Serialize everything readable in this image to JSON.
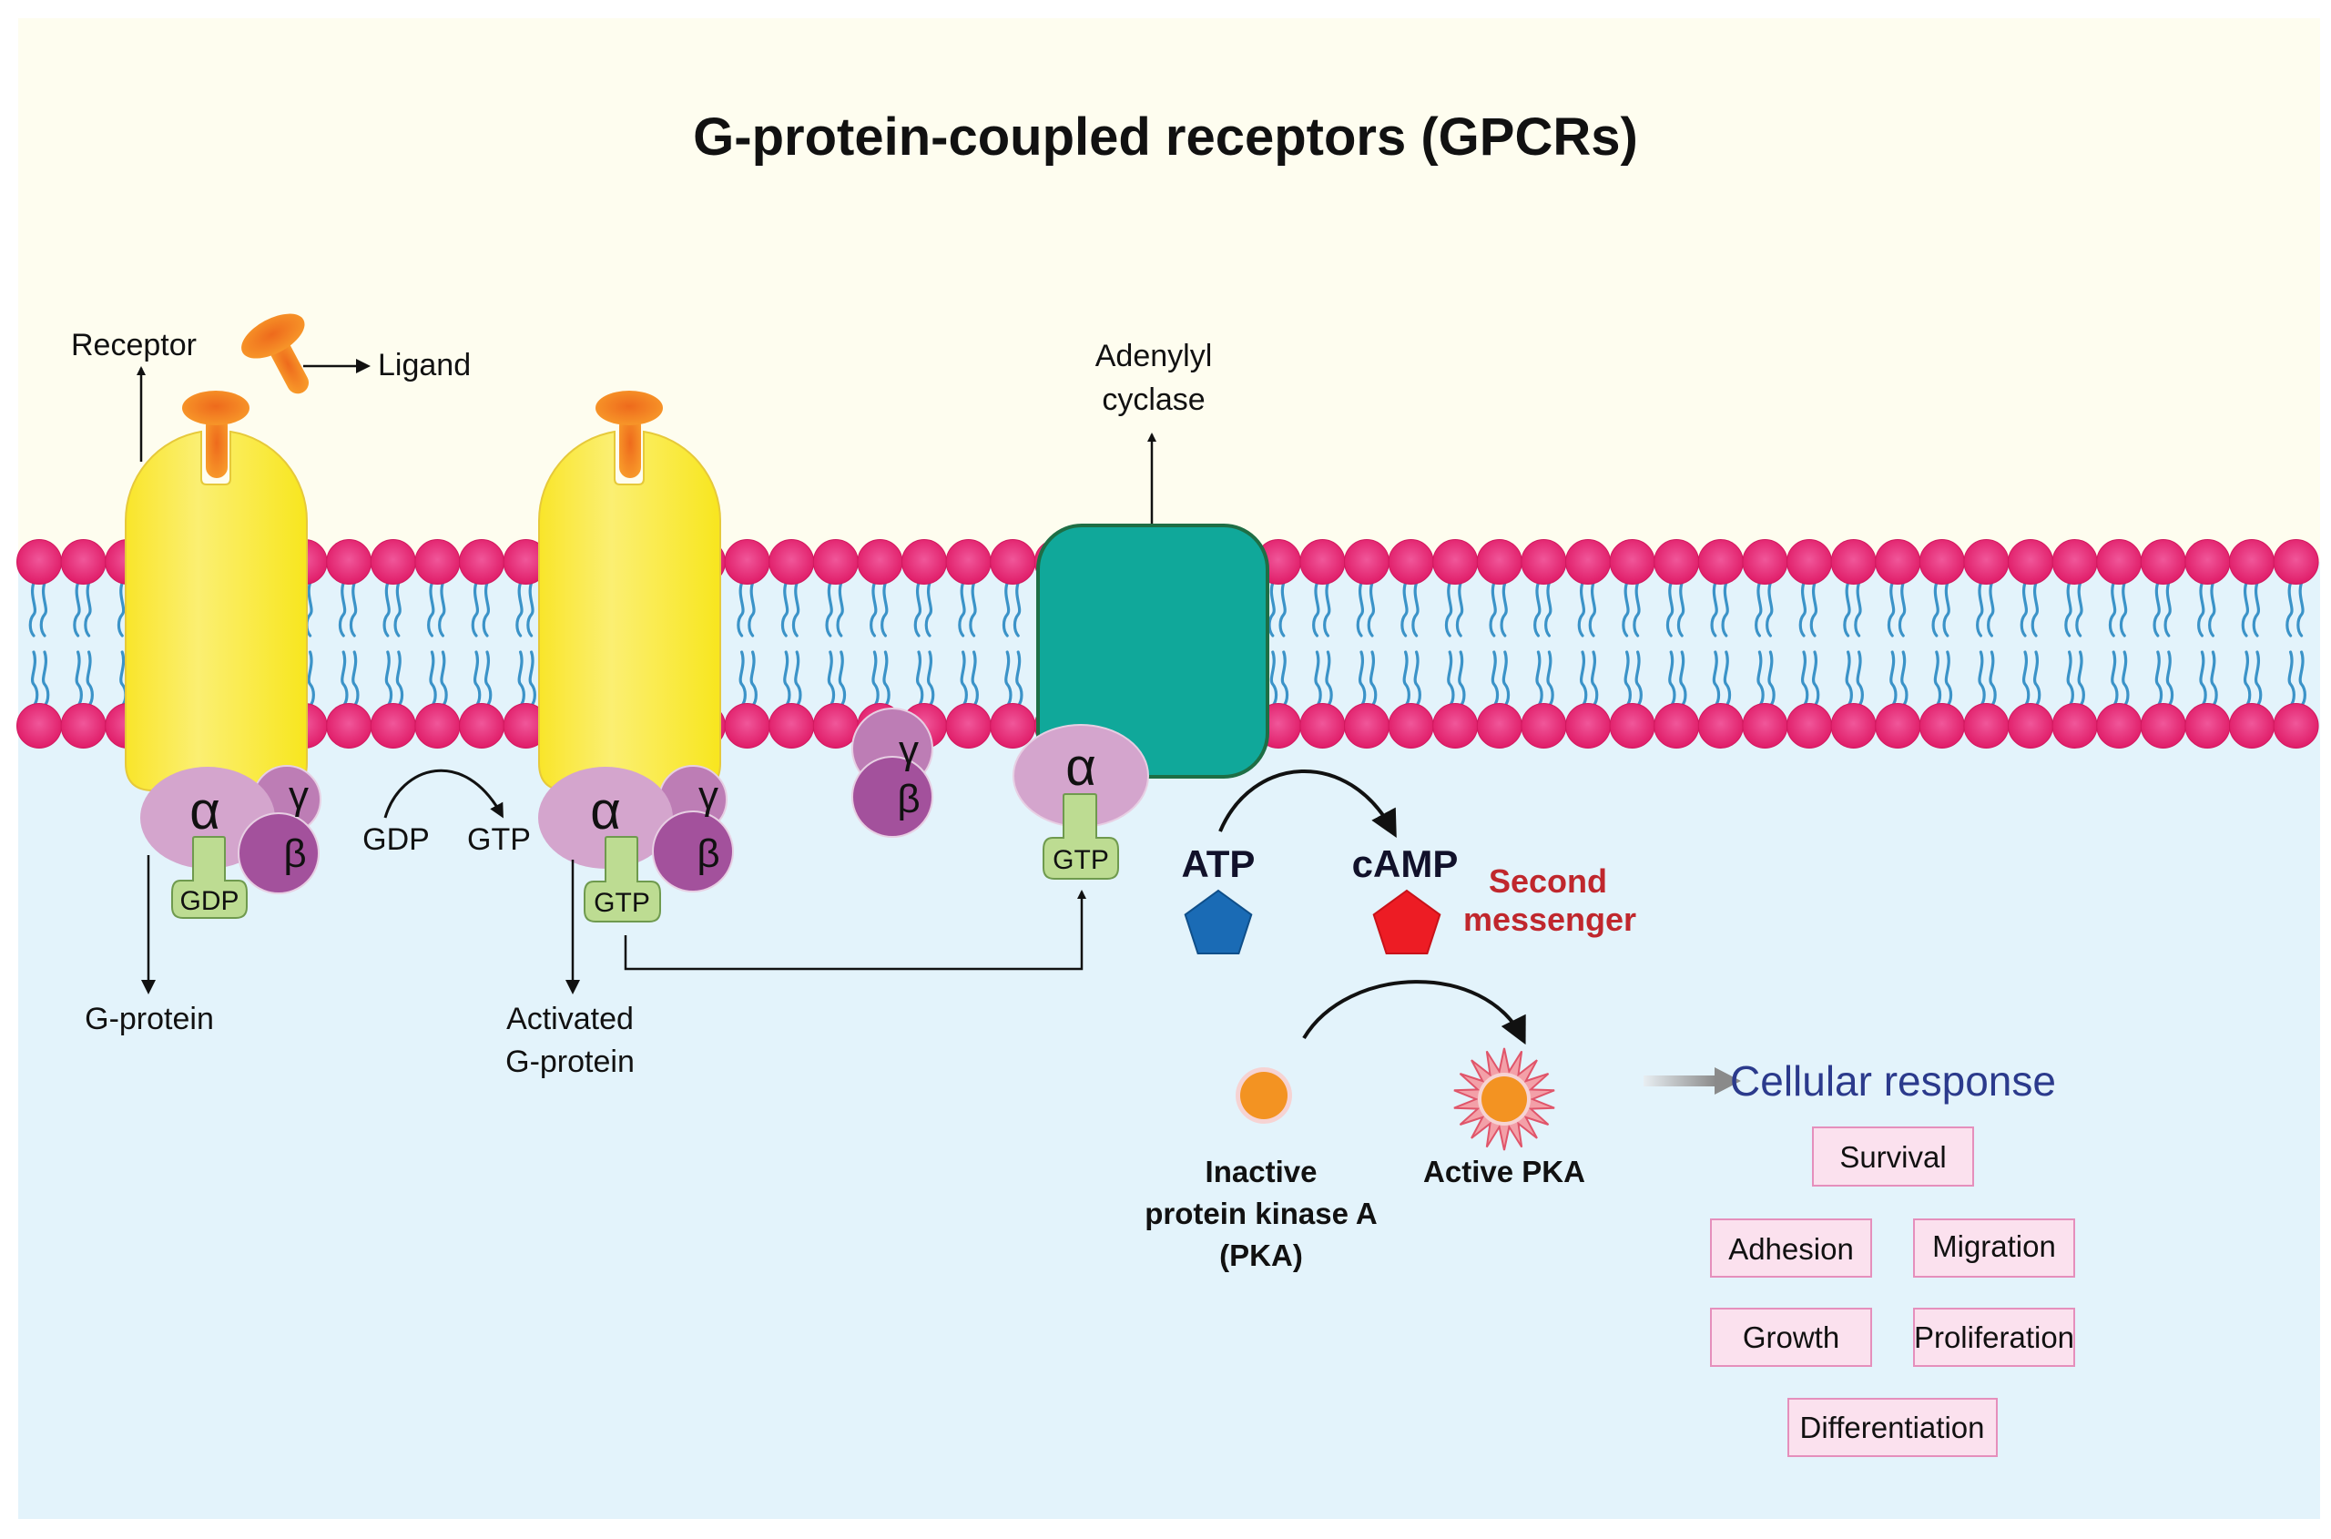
{
  "title": "G-protein-coupled receptors (GPCRs)",
  "colors": {
    "extracellular_bg": "#fefdef",
    "intracellular_bg": "#e3f3fb",
    "lipid_head": "#e8246f",
    "lipid_tail": "#3b93c8",
    "receptor": "#f9e62b",
    "ligand": "#f07f1c",
    "g_alpha": "#d4a5cd",
    "g_gamma": "#bd7db5",
    "g_beta": "#a3519c",
    "nucleotide": "#bddc92",
    "adenylyl_cyclase": "#10a89a",
    "atp": "#1a6bb5",
    "camp": "#ed1c24",
    "pka": "#f39322",
    "pka_active_rays": "#e86a78",
    "second_messenger_text": "#c0272d",
    "cellular_response_text": "#2b3a8c",
    "response_box_fill": "#fbe1ee",
    "response_box_border": "#e58fbc"
  },
  "labels": {
    "receptor": "Receptor",
    "ligand": "Ligand",
    "adenylyl_cyclase_line1": "Adenylyl",
    "adenylyl_cyclase_line2": "cyclase",
    "g_protein": "G-protein",
    "activated_line1": "Activated",
    "activated_line2": "G-protein",
    "gdp": "GDP",
    "gtp": "GTP",
    "alpha": "α",
    "beta": "β",
    "gamma": "γ",
    "atp": "ATP",
    "camp": "cAMP",
    "second_messenger_line1": "Second",
    "second_messenger_line2": "messenger",
    "inactive_pka_line1": "Inactive",
    "inactive_pka_line2": "protein kinase A",
    "inactive_pka_line3": "(PKA)",
    "active_pka": "Active PKA",
    "cellular_response": "Cellular response"
  },
  "cellular_responses": [
    "Survival",
    "Adhesion",
    "Migration",
    "Growth",
    "Proliferation",
    "Differentiation"
  ]
}
